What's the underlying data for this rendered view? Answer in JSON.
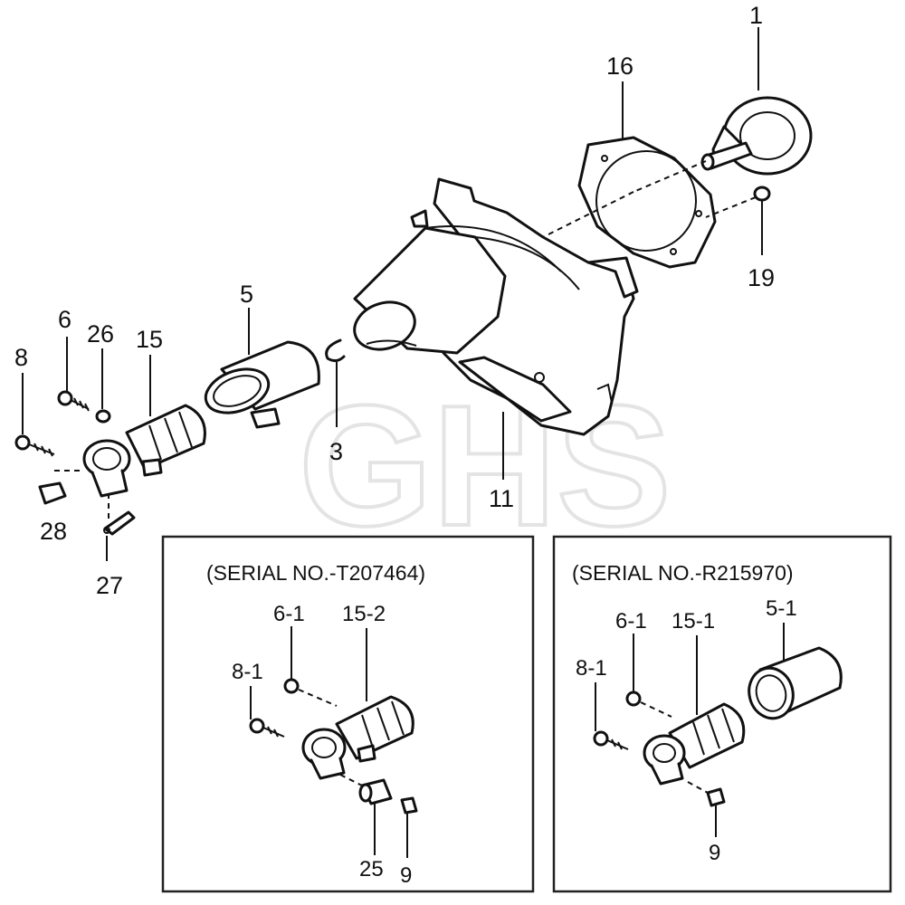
{
  "watermark": "GHS",
  "insets": [
    {
      "caption": "(SERIAL NO.-T207464)"
    },
    {
      "caption": "(SERIAL NO.-R215970)"
    }
  ],
  "labels": {
    "p1": "1",
    "p16": "16",
    "p19": "19",
    "p11": "11",
    "p5": "5",
    "p3": "3",
    "p6": "6",
    "p26": "26",
    "p15": "15",
    "p8": "8",
    "p28": "28",
    "p27": "27",
    "a_6_1": "6-1",
    "a_15_2": "15-2",
    "a_8_1": "8-1",
    "a_25": "25",
    "a_9": "9",
    "b_6_1": "6-1",
    "b_15_1": "15-1",
    "b_5_1": "5-1",
    "b_8_1": "8-1",
    "b_9": "9"
  }
}
